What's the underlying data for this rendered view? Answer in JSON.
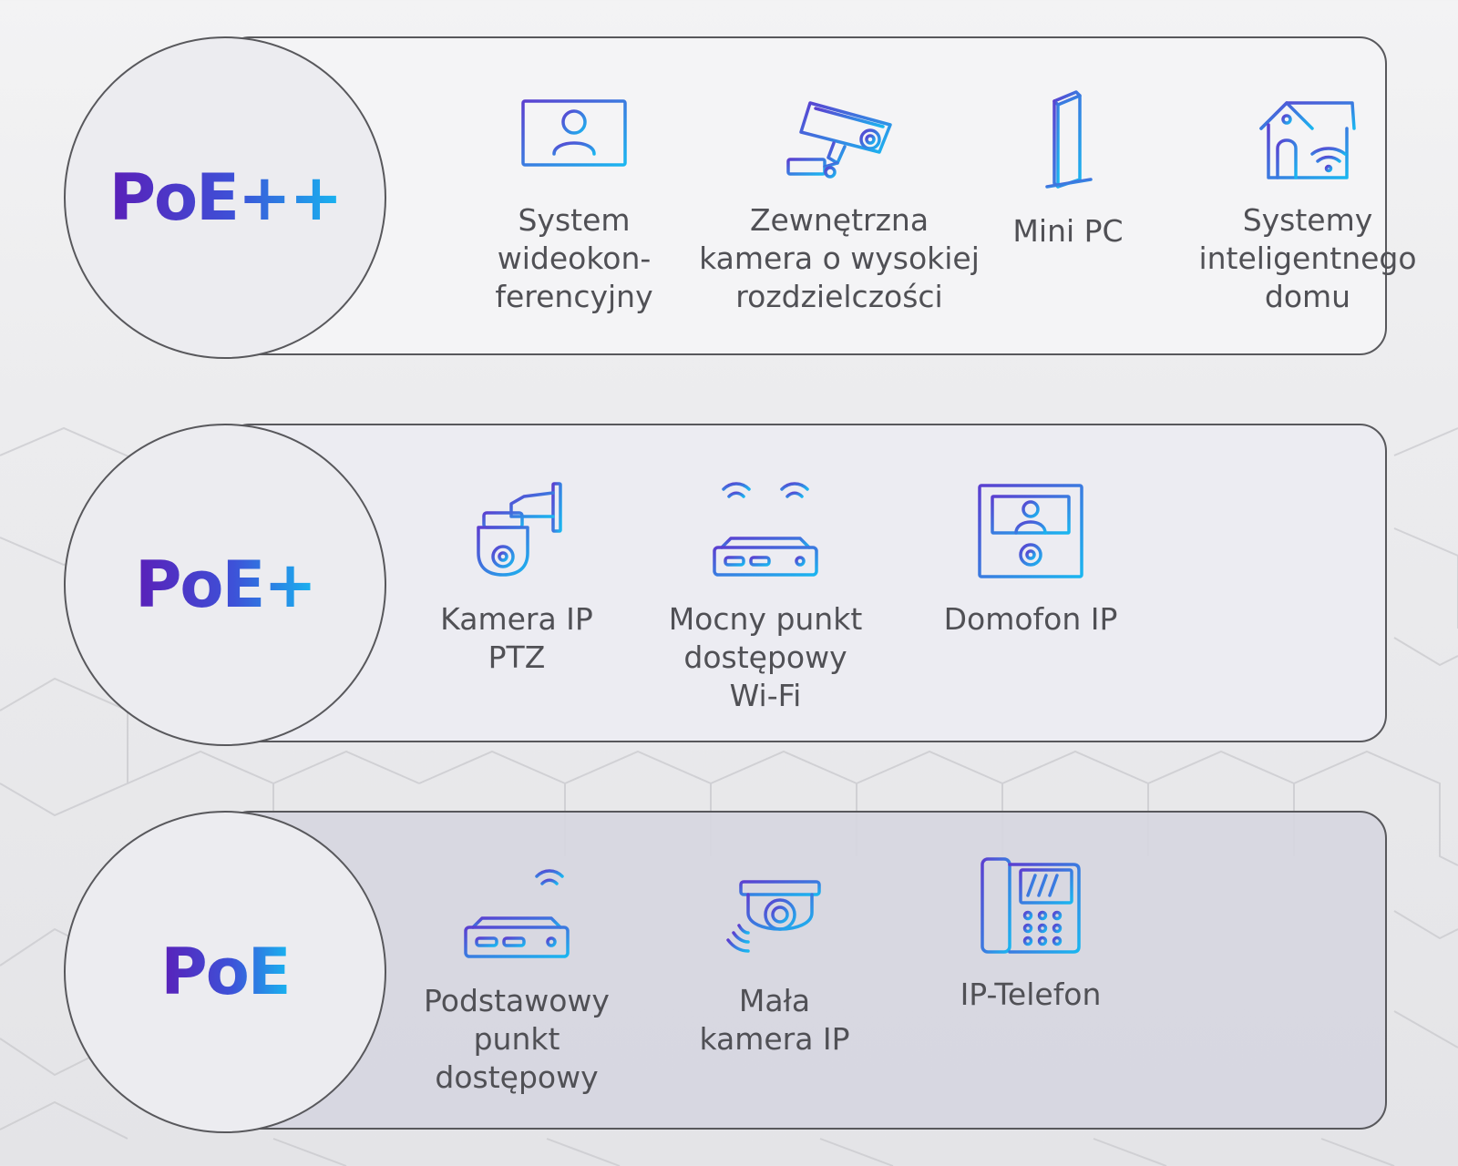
{
  "tiers": [
    {
      "label": "PoE++",
      "items": [
        {
          "label": "System\nwideokon-\nferencyjny",
          "icon": "video-conference-icon"
        },
        {
          "label": "Zewnętrzna\nkamera o wysokiej\nrozdzielczości",
          "icon": "outdoor-camera-icon"
        },
        {
          "label": "Mini PC",
          "icon": "mini-pc-icon"
        },
        {
          "label": "Systemy\ninteligentnego\ndomu",
          "icon": "smart-home-icon"
        }
      ]
    },
    {
      "label": "PoE+",
      "items": [
        {
          "label": "Kamera IP\nPTZ",
          "icon": "ptz-camera-icon"
        },
        {
          "label": "Mocny punkt\ndostępowy\nWi-Fi",
          "icon": "wifi-router-icon"
        },
        {
          "label": "Domofon IP",
          "icon": "intercom-icon"
        }
      ]
    },
    {
      "label": "PoE",
      "items": [
        {
          "label": "Podstawowy\npunkt\ndostępowy",
          "icon": "access-point-icon"
        },
        {
          "label": "Mała\nkamera IP",
          "icon": "dome-camera-icon"
        },
        {
          "label": "IP-Telefon",
          "icon": "ip-phone-icon"
        }
      ]
    }
  ],
  "colors": {
    "gradient_start": "#5a1fb8",
    "gradient_mid": "#3d52d8",
    "gradient_end": "#18b5f0",
    "icon_stroke_start": "#5b3fd0",
    "icon_stroke_end": "#1ab6f0",
    "border": "#58585c",
    "text": "#505055"
  }
}
